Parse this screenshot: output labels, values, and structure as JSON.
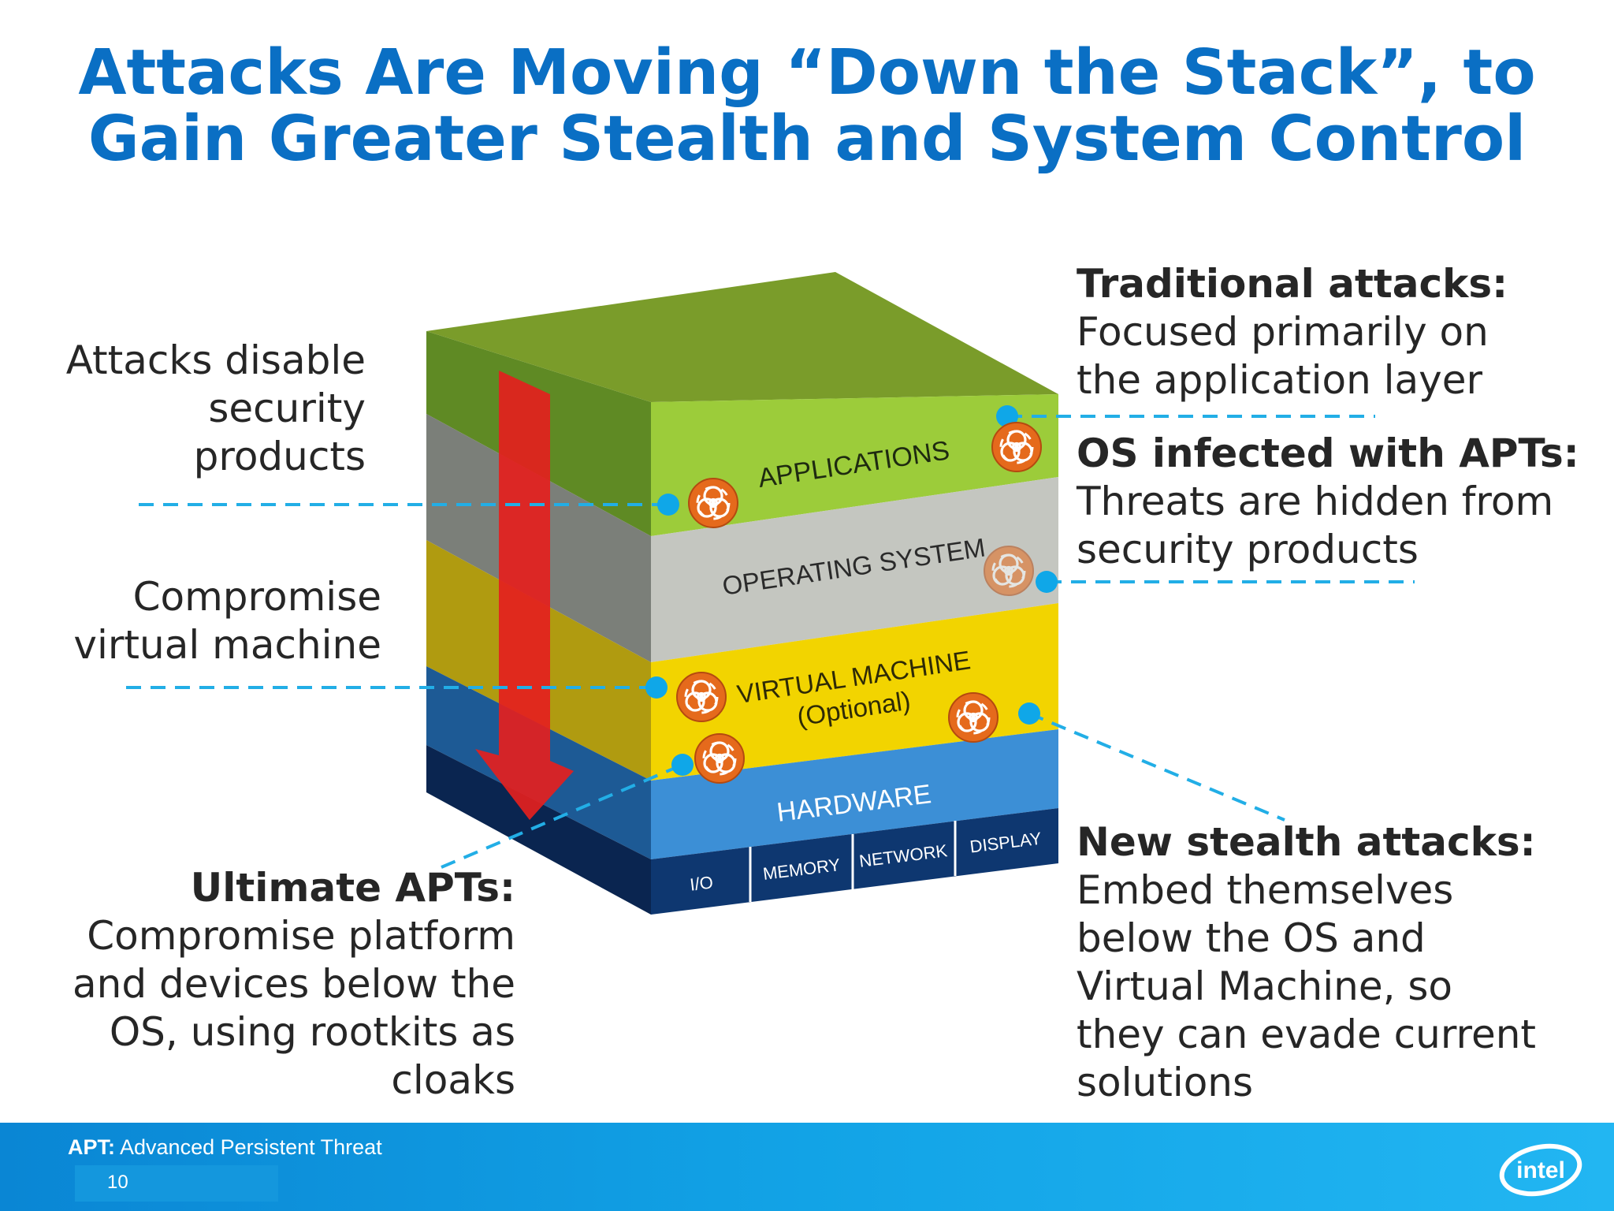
{
  "title": {
    "line1": "Attacks Are Moving “Down the Stack”, to",
    "line2": "Gain Greater Stealth and System Control"
  },
  "stack": {
    "layers": {
      "applications": "APPLICATIONS",
      "operating_system": "OPERATING SYSTEM",
      "virtual_machine": "VIRTUAL MACHINE",
      "virtual_machine_note": "(Optional)",
      "hardware": "HARDWARE"
    },
    "devices": [
      "I/O",
      "MEMORY",
      "NETWORK",
      "DISPLAY"
    ]
  },
  "callouts": {
    "disable": {
      "lines": [
        "Attacks disable",
        "security",
        "products"
      ]
    },
    "vm": {
      "lines": [
        "Compromise",
        "virtual machine"
      ]
    },
    "ultimate": {
      "heading": "Ultimate APTs:",
      "lines": [
        "Compromise platform",
        "and devices below the",
        "OS, using rootkits as",
        "cloaks"
      ]
    },
    "traditional": {
      "heading": "Traditional attacks:",
      "lines": [
        "Focused primarily on",
        "the application layer"
      ]
    },
    "os": {
      "heading": "OS infected with APTs:",
      "lines": [
        "Threats are hidden from",
        "security products"
      ]
    },
    "stealth": {
      "heading": "New stealth attacks:",
      "lines": [
        "Embed themselves",
        "below the OS and",
        "Virtual Machine, so",
        "they can evade current",
        "solutions"
      ]
    }
  },
  "footer": {
    "apt_abbr": "APT:",
    "apt_text": "Advanced Persistent Threat",
    "page_number": "10",
    "logo_text": "intel"
  },
  "colors": {
    "title": "#0a6fc4",
    "applications": "#9ccc3a",
    "operating_system": "#c4c6c0",
    "virtual_machine": "#f2d400",
    "hardware": "#3c8fd6",
    "devices": "#0e3770",
    "arrow": "#e4201e",
    "leader_line": "#22aee6",
    "hazard": "#e56a1c",
    "footer": "#12a3e6"
  },
  "icons": [
    "biohazard-icon",
    "down-arrow-icon",
    "intel-logo"
  ]
}
